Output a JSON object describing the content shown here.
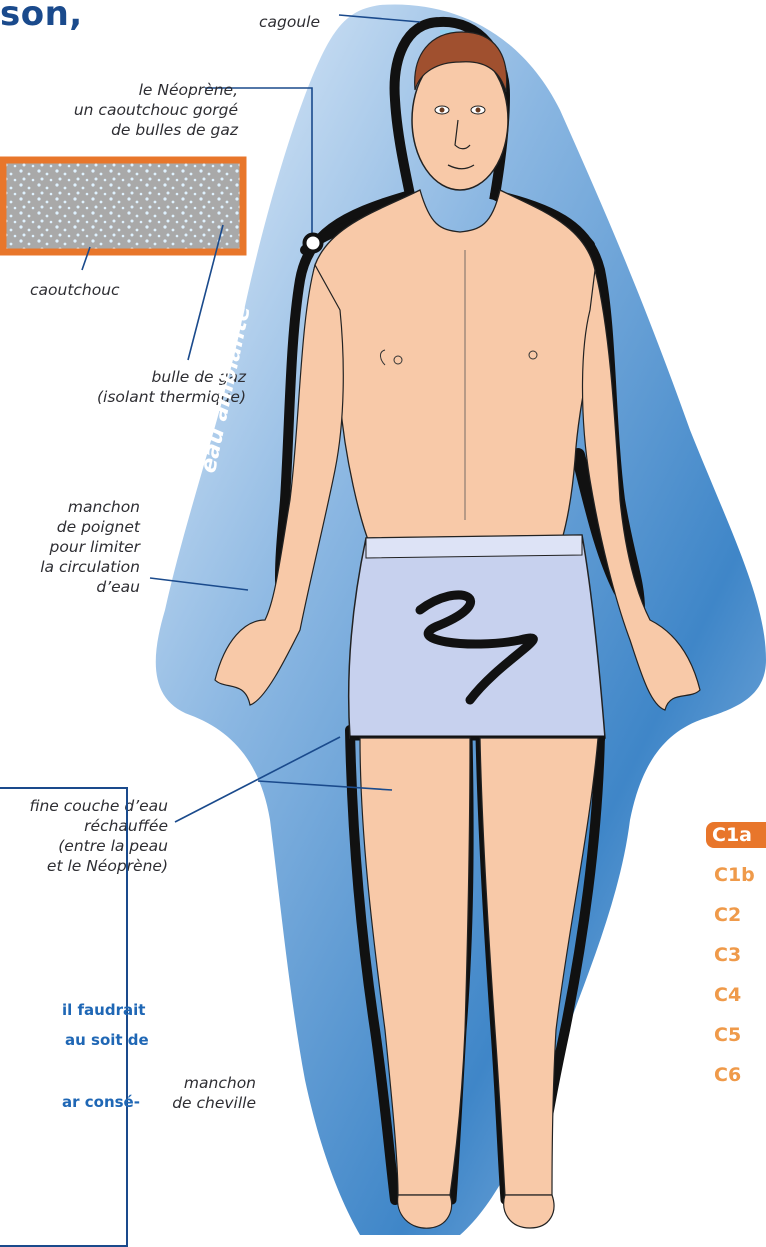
{
  "title_fragment": "son,",
  "labels": {
    "cagoule": "cagoule",
    "neoprene_line1": "le Néoprène,",
    "neoprene_line2": "un caoutchouc gorgé",
    "neoprene_line3": "de bulles de gaz",
    "caoutchouc": "caoutchouc",
    "bulle_line1": "bulle de gaz",
    "bulle_line2": "(isolant thermique)",
    "eau_ambiante": "eau ambiante",
    "manchon_poignet_line1": "manchon",
    "manchon_poignet_line2": "de poignet",
    "manchon_poignet_line3": "pour limiter",
    "manchon_poignet_line4": "la circulation",
    "manchon_poignet_line5": "d’eau",
    "fine_couche_line1": "fine couche d’eau",
    "fine_couche_line2": "réchauffée",
    "fine_couche_line3": "(entre la peau",
    "fine_couche_line4": "et le Néoprène)",
    "manchon_cheville_line1": "manchon",
    "manchon_cheville_line2": "de cheville"
  },
  "side_nav": [
    {
      "label": "C1a",
      "active": true
    },
    {
      "label": "C1b",
      "active": false
    },
    {
      "label": "C2",
      "active": false
    },
    {
      "label": "C3",
      "active": false
    },
    {
      "label": "C4",
      "active": false
    },
    {
      "label": "C5",
      "active": false
    },
    {
      "label": "C6",
      "active": false
    }
  ],
  "box_text": {
    "line1": "il faudrait",
    "line2": "au soit de",
    "line3": "ar consé-"
  },
  "colors": {
    "title": "#1a4a8c",
    "water_blue": "#4f8fcf",
    "neoprene_orange": "#e8762b",
    "skin": "#f8c9a8",
    "shorts": "#c7d1ee",
    "side_nav_text": "#ef9a4a"
  }
}
